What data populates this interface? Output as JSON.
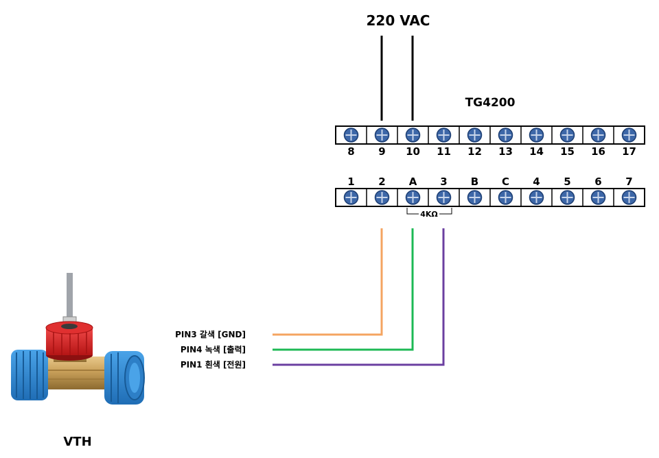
{
  "supply": {
    "label": "220 VAC",
    "color": "#e11d1d"
  },
  "controller": {
    "model": "TG4200",
    "top_terminals": [
      "8",
      "9",
      "10",
      "11",
      "12",
      "13",
      "14",
      "15",
      "16",
      "17"
    ],
    "bottom_terminals": [
      "1",
      "2",
      "A",
      "3",
      "B",
      "C",
      "4",
      "5",
      "6",
      "7"
    ],
    "resistor_label": "4KΩ"
  },
  "wires": [
    {
      "label": "PIN3 갈색 [GND]",
      "color": "#f4a460",
      "terminal": "2"
    },
    {
      "label": "PIN4 녹색 [출력]",
      "color": "#1db954",
      "terminal": "A"
    },
    {
      "label": "PIN1 흰색 [전원]",
      "color": "#6b3fa0",
      "terminal": "3"
    }
  ],
  "sensor": {
    "name": "VTH",
    "icon": "flow-sensor-icon"
  },
  "screw_color": "#3d67a8"
}
